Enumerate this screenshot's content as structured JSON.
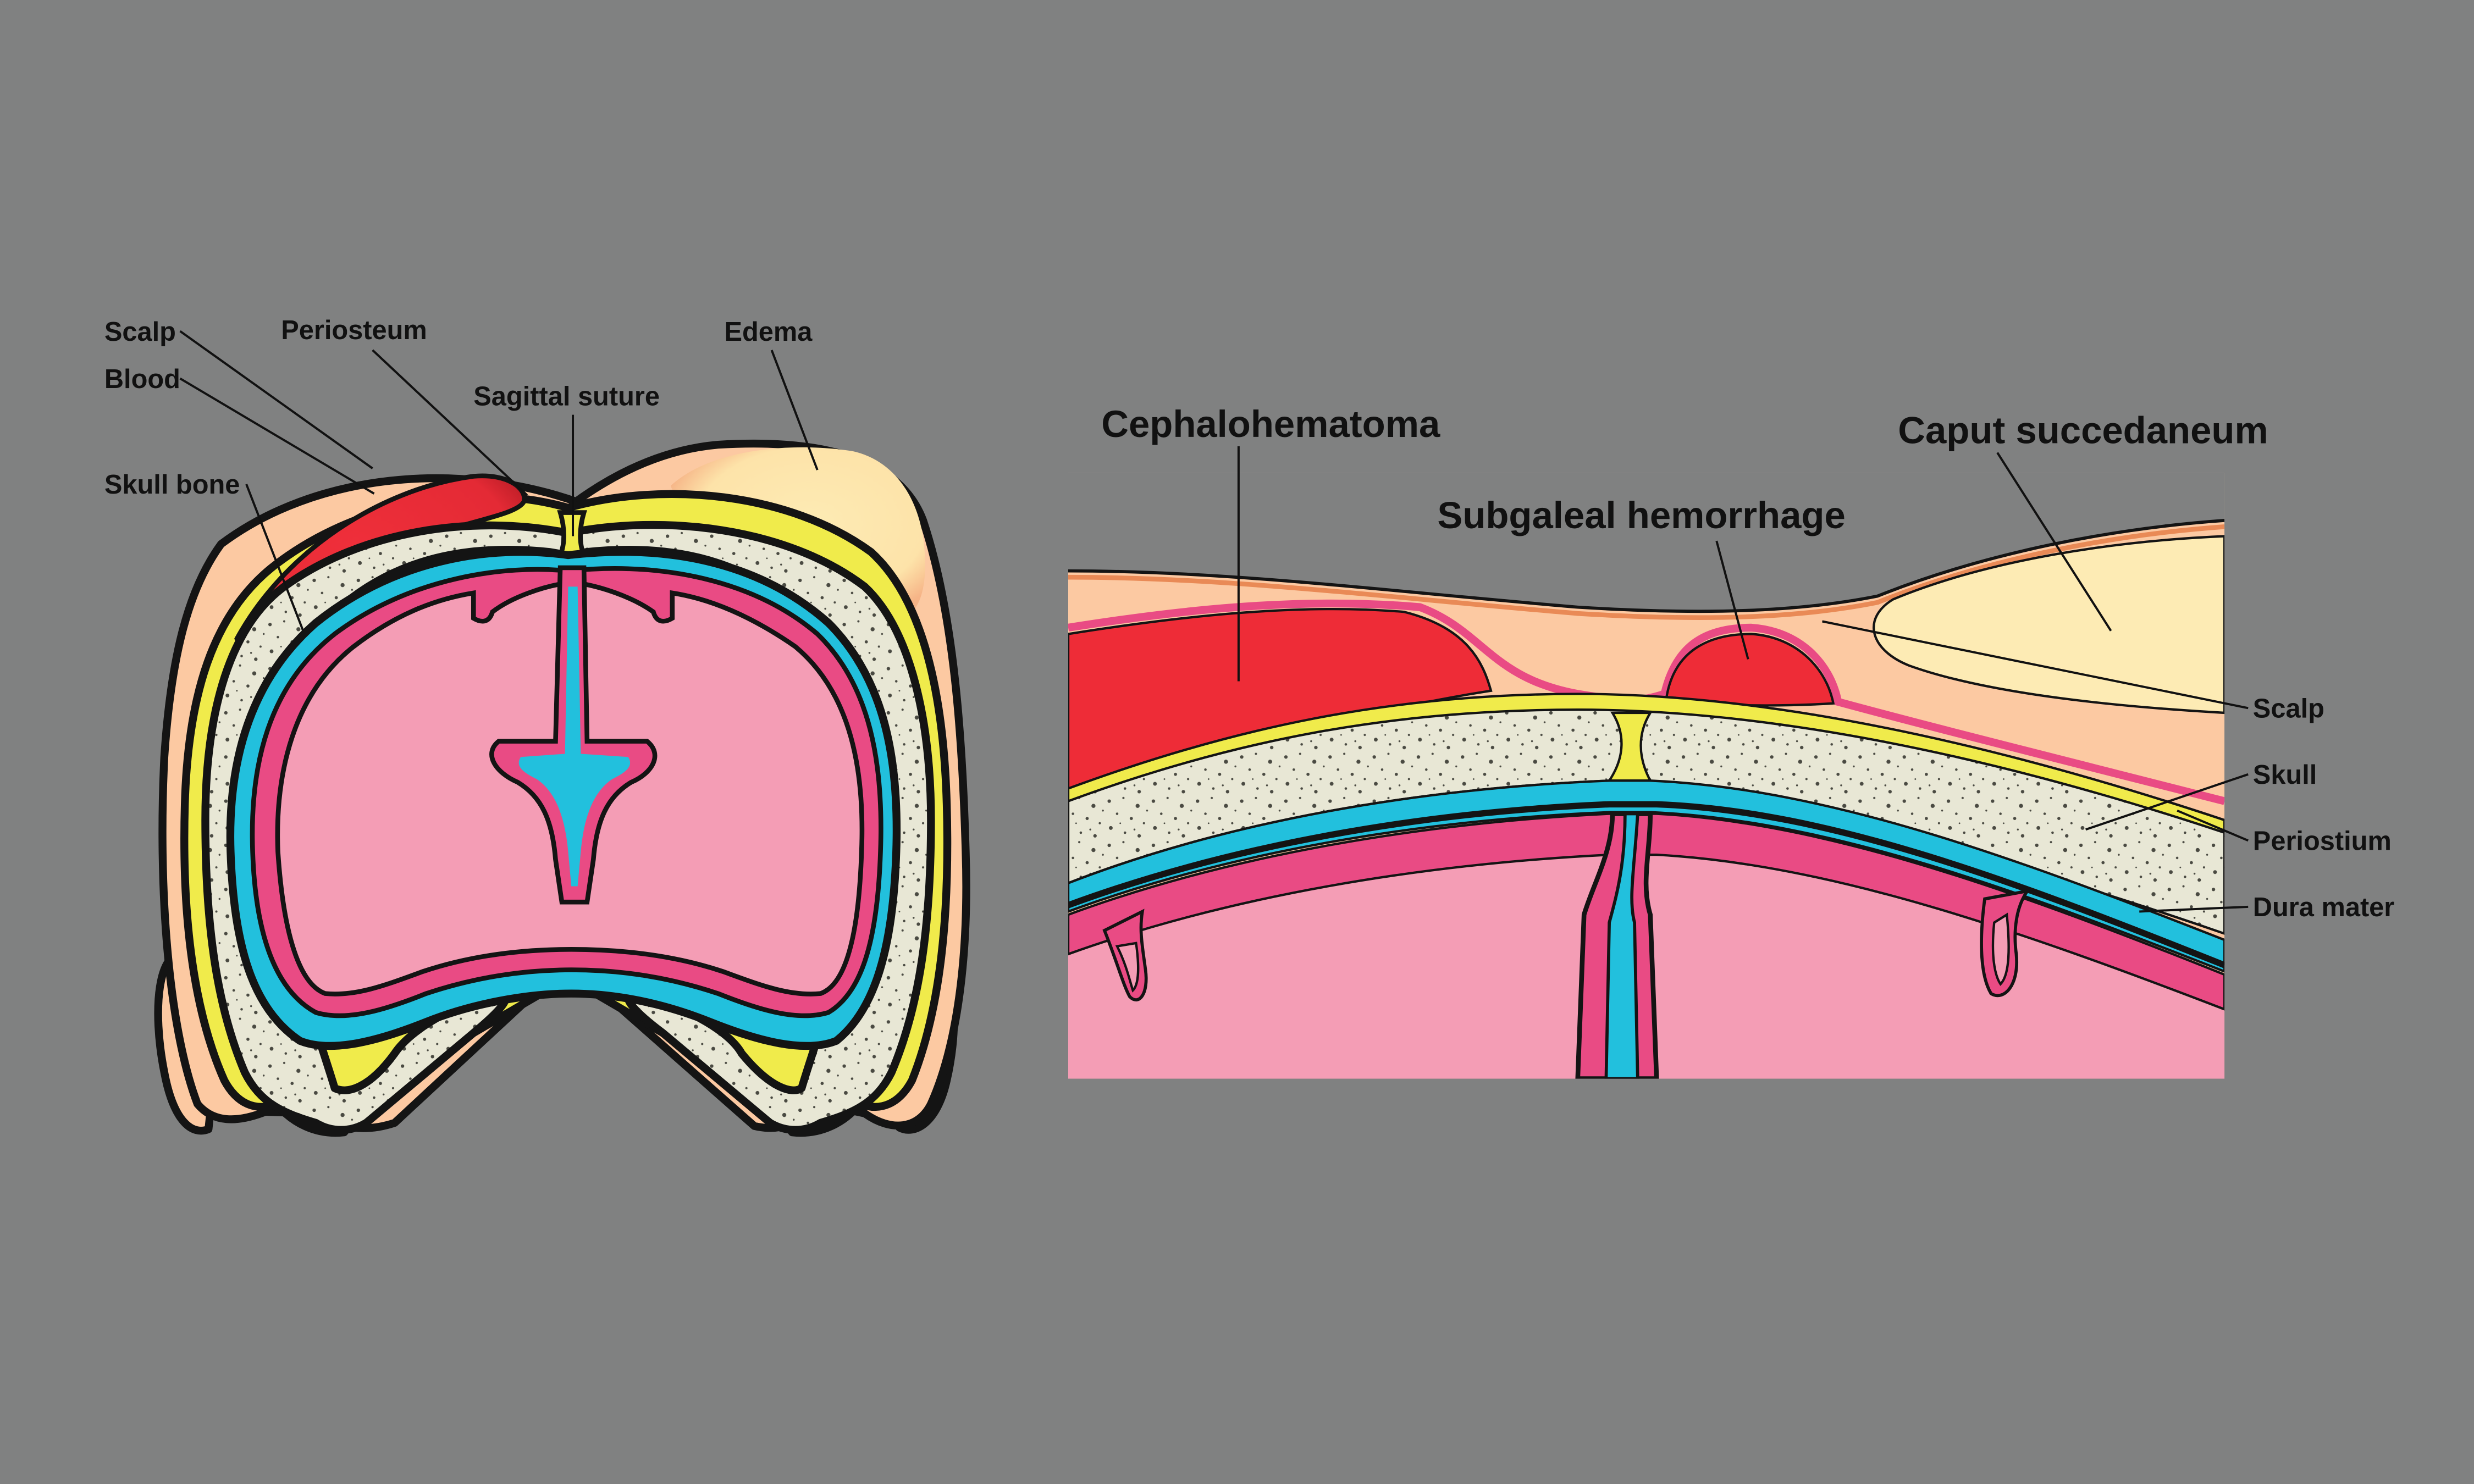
{
  "colors": {
    "background": "#808181",
    "scalp": "#fcc9a2",
    "edema": "#fdebb4",
    "blood": "#ee2c37",
    "periosteum_yellow": "#f0eb4b",
    "bone": "#e8e7d5",
    "bone_speckle": "#4a4a42",
    "dura_cyan": "#22c0dd",
    "pia_dark_pink": "#e94b84",
    "brain_pink": "#f49db5",
    "outline": "#141414",
    "label_text": "#111111"
  },
  "left_diagram": {
    "labels": {
      "scalp": "Scalp",
      "blood": "Blood",
      "periosteum": "Periosteum",
      "skull_bone": "Skull bone",
      "sagittal_suture": "Sagittal suture",
      "edema": "Edema"
    }
  },
  "right_diagram": {
    "titles": {
      "cephalohematoma": "Cephalohematoma",
      "subgaleal_hemorrhage": "Subgaleal hemorrhage",
      "caput_succedaneum": "Caput succedaneum"
    },
    "labels": {
      "scalp": "Scalp",
      "skull": "Skull",
      "periostium": "Periostium",
      "dura_mater": "Dura mater"
    }
  }
}
